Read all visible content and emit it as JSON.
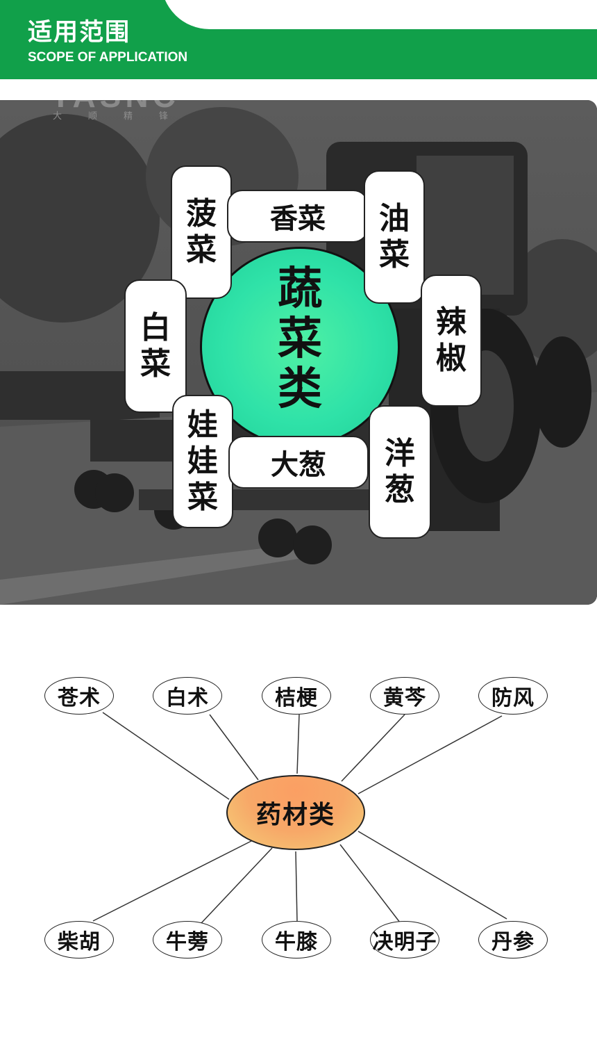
{
  "header": {
    "title": "适用范围",
    "subtitle": "SCOPE OF APPLICATION"
  },
  "photo": {
    "brand_logo": "YASNC",
    "brand_cn": "大顺精锋"
  },
  "vegetables": {
    "center": "蔬菜类",
    "items": [
      "菠菜",
      "香菜",
      "油菜",
      "白菜",
      "辣椒",
      "娃娃菜",
      "大葱",
      "洋葱"
    ]
  },
  "herbs": {
    "center": "药材类",
    "top": [
      "苍术",
      "白术",
      "桔梗",
      "黄芩",
      "防风"
    ],
    "bottom": [
      "柴胡",
      "牛蒡",
      "牛膝",
      "决明子",
      "丹参"
    ]
  },
  "colors": {
    "brand_green": "#11a04a",
    "veg_center": "#2fe2a8",
    "herb_center": "#f7a868"
  }
}
